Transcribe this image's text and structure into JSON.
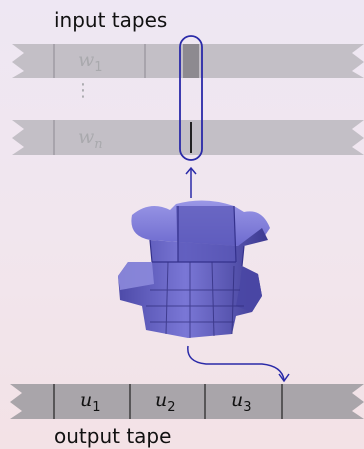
{
  "labels": {
    "input": "input tapes",
    "output": "output tape"
  },
  "input_tapes": [
    {
      "symbol": "w",
      "index": "1"
    },
    {
      "symbol": "w",
      "index": "n"
    }
  ],
  "ellipsis": "⋮",
  "output_tape": [
    {
      "symbol": "u",
      "index": "1"
    },
    {
      "symbol": "u",
      "index": "2"
    },
    {
      "symbol": "u",
      "index": "3"
    }
  ],
  "colors": {
    "tape_input": "#c3bfc6",
    "tape_output": "#a9a5aa",
    "arrow": "#2a2aa8",
    "machine": "#6c68c8"
  },
  "icons": {
    "machine": "gear-machine-icon",
    "head": "read-head-icon"
  }
}
